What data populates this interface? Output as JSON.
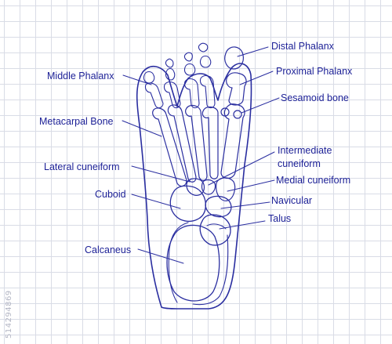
{
  "colors": {
    "ink": "#2a2ea0",
    "label": "#1b1f96",
    "grid": "#d9dce6",
    "watermark": "#b3b6c4"
  },
  "labels": {
    "distal_phalanx": "Distal Phalanx",
    "proximal_phalanx": "Proximal Phalanx",
    "sesamoid_bone": "Sesamoid bone",
    "middle_phalanx": "Middle Phalanx",
    "metacarpal_bone": "Metacarpal Bone",
    "intermediate_cuneiform_line1": "Intermediate",
    "intermediate_cuneiform_line2": "cuneiform",
    "lateral_cuneiform": "Lateral cuneiform",
    "medial_cuneiform": "Medial cuneiform",
    "cuboid": "Cuboid",
    "navicular": "Navicular",
    "talus": "Talus",
    "calcaneus": "Calcaneus"
  },
  "watermark": {
    "stock_id": "514294869"
  }
}
